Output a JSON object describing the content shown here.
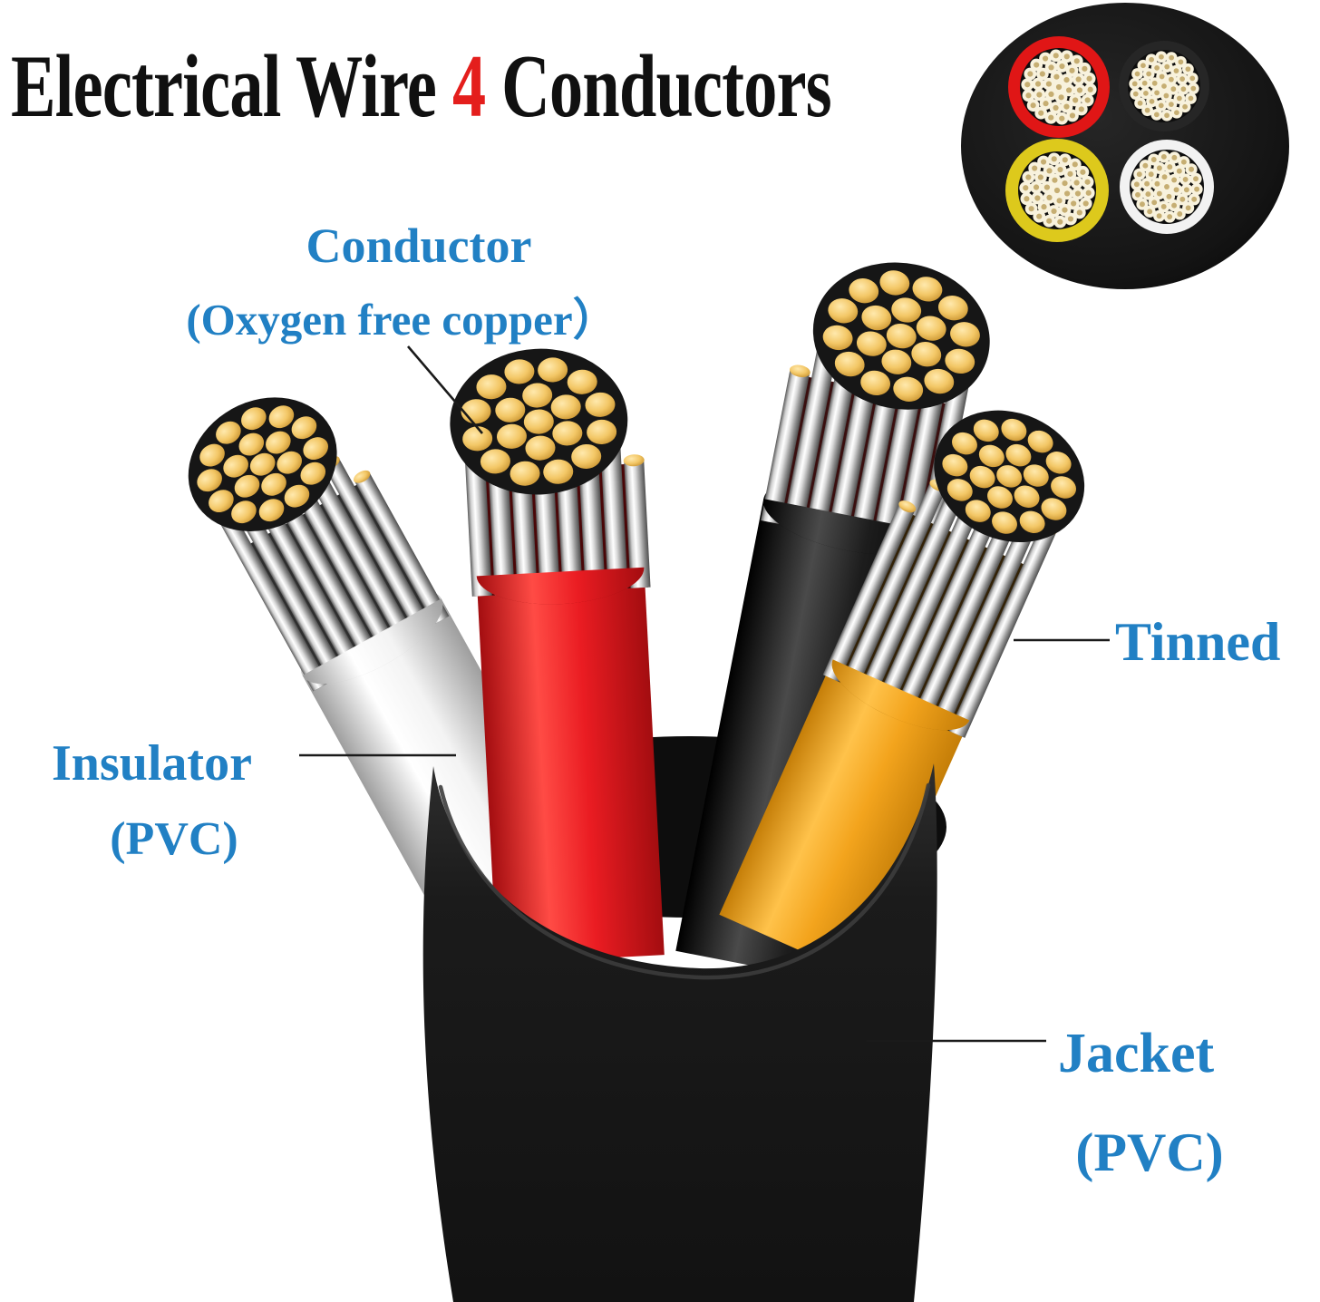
{
  "title": {
    "text_before_number": "Electrical Wire ",
    "number": "4",
    "text_after_number": " Conductors"
  },
  "callouts": {
    "conductor": {
      "label": "Conductor",
      "sublabel": "(Oxygen free copper）"
    },
    "tinned": {
      "label": "Tinned"
    },
    "insulator": {
      "label": "Insulator",
      "sublabel": "(PVC)"
    },
    "jacket": {
      "label": "Jacket",
      "sublabel": "(PVC)"
    }
  },
  "colors": {
    "label_blue": "#2180c4",
    "title_black": "#101010",
    "title_number_red": "#e41e1c",
    "leader_line": "#1a1a1a",
    "jacket_black": "#1a1a1a",
    "copper_gold": "#f3c766",
    "tinned_silver": "#d9d9d9"
  },
  "wires": [
    {
      "name": "white",
      "insulation": "#f3f3f3",
      "bright": "#ffffff",
      "dark": "#9e9e9e",
      "rim": "#c6c6c6",
      "gap": "#2e2e2e"
    },
    {
      "name": "red",
      "insulation": "#ea1c22",
      "bright": "#ff4b45",
      "dark": "#a30d10",
      "rim": "#8f0a0d",
      "gap": "#4a0708"
    },
    {
      "name": "black",
      "insulation": "#1d1d1d",
      "bright": "#4a4a4a",
      "dark": "#000000",
      "rim": "#0a0a0a",
      "gap": "#3a0f0f"
    },
    {
      "name": "yellow",
      "insulation": "#f3a41d",
      "bright": "#ffc24a",
      "dark": "#c57e08",
      "rim": "#a86c05",
      "gap": "#332207"
    }
  ],
  "cross_section": {
    "jacket_color": "#151515",
    "conductors": [
      {
        "name": "red",
        "ring_color": "#e01616"
      },
      {
        "name": "black",
        "ring_color": "#262626"
      },
      {
        "name": "yellow",
        "ring_color": "#ddc91c"
      },
      {
        "name": "white",
        "ring_color": "#f2f2f2"
      }
    ],
    "strand_dot_outer": "#f8f2dd",
    "strand_dot_inner": "#c6ae72"
  }
}
